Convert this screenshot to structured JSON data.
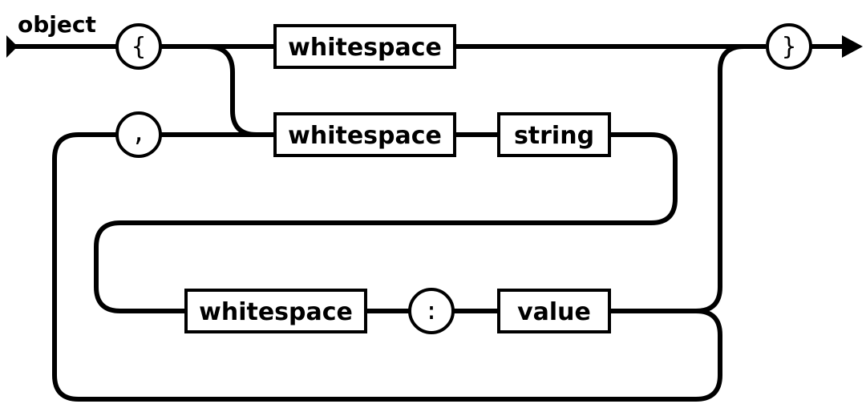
{
  "diagram": {
    "title": "object",
    "nonterminals": {
      "whitespace_top": "whitespace",
      "whitespace_mid": "whitespace",
      "string": "string",
      "whitespace_bottom": "whitespace",
      "value": "value"
    },
    "terminals": {
      "open_brace": "{",
      "close_brace": "}",
      "comma": ",",
      "colon": ":"
    }
  }
}
